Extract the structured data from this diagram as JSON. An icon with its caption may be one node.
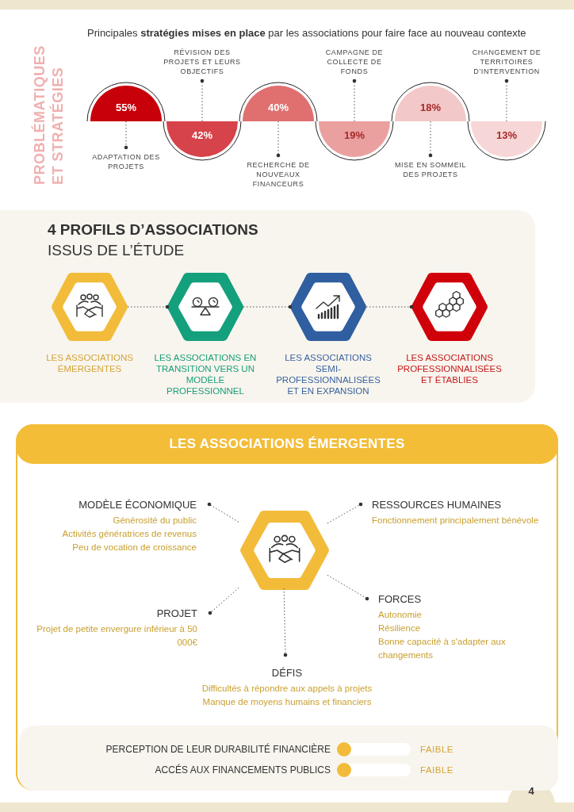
{
  "diagram": {
    "title": "Principales **stratégies mises en place** par les associations pour faire face au nouveau contexte",
    "nodes": [
      {
        "text": [
          "55%"
        ]
      },
      {
        "text": [
          "ADAPTATION DES PROJETS"
        ]
      },
      {
        "text": [
          "42%"
        ]
      },
      {
        "text": [
          "RÉVISION DES PROJETS ET LEURS OBJECTIFS"
        ]
      },
      {
        "text": [
          "40%"
        ]
      },
      {
        "text": [
          "RECHERCHE DE NOUVEAUX FINANCEURS"
        ]
      },
      {
        "text": [
          "19%"
        ]
      },
      {
        "text": [
          "CAMPAGNE DE COLLECTE DE FONDS"
        ]
      },
      {
        "text": [
          "18%"
        ]
      },
      {
        "text": [
          "MISE EN SOMMEIL DES PROJETS"
        ]
      },
      {
        "text": [
          "13%"
        ]
      },
      {
        "text": [
          "CHANGEMENT DE TERRITOIRES D’INTERVENTION"
        ]
      },
      {
        "text": [
          "4 PROFILS D’ASSOCIATIONS",
          "ISSUS DE L’ÉTUDE"
        ]
      },
      {
        "text": [],
        "shape": "hexagon",
        "in": 12,
        "beside": [
          "LES ASSOCIATIONS ÉMERGENTES"
        ]
      },
      {
        "text": [],
        "shape": "hexagon",
        "in": 12,
        "beside": [
          "LES ASSOCIATIONS EN TRANSITION VERS UN MODÈLE PROFESSIONNEL"
        ]
      },
      {
        "text": [],
        "shape": "hexagon",
        "in": 12,
        "beside": [
          "LES ASSOCIATIONS SEMI-PROFESSIONNALISÉES ET EN EXPANSION"
        ]
      },
      {
        "text": [],
        "shape": "hexagon",
        "in": 12,
        "beside": [
          "LES ASSOCIATIONS PROFESSIONNALISÉES ET ÉTABLIES"
        ]
      },
      {
        "text": [
          "LES ASSOCIATIONS ÉMERGENTES"
        ]
      },
      {
        "text": [],
        "shape": "hexagon",
        "in": 17
      },
      {
        "text": [
          "MODÈLE ÉCONOMIQUE",
          "Générosité du public",
          "Activités génératrices de revenus",
          "Peu de vocation de croissance"
        ],
        "in": 17
      },
      {
        "text": [
          "RESSOURCES HUMAINES",
          "Fonctionnement principalement bénévole"
        ],
        "in": 17
      },
      {
        "text": [
          "PROJET",
          "Projet de petite envergure inférieur à 50 000€"
        ],
        "in": 17
      },
      {
        "text": [
          "FORCES",
          "Autonomie",
          "Résilience",
          "Bonne capacité à s'adapter aux changements"
        ],
        "in": 17
      },
      {
        "text": [
          "DÉFIS",
          "Difficultés à répondre aux appels à projets",
          "Manque de moyens humains et financiers"
        ],
        "in": 17
      },
      {
        "text": [
          "PERCEPTION DE LEUR DURABILITÉ FINANCIÈRE",
          "FAIBLE",
          "ACCÉS AUX FINANCEMENTS PUBLICS",
          "FAIBLE"
        ],
        "in": 17
      }
    ],
    "edges": [
      {
        "from": 0,
        "to": 1,
        "arrow": "other"
      },
      {
        "from": 2,
        "to": 3,
        "arrow": "other"
      },
      {
        "from": 4,
        "to": 5,
        "arrow": "other"
      },
      {
        "from": 6,
        "to": 7,
        "arrow": "other"
      },
      {
        "from": 8,
        "to": 9,
        "arrow": "other"
      },
      {
        "from": 10,
        "to": 11,
        "arrow": "other"
      },
      {
        "from": 13,
        "to": 14,
        "arrow": "other"
      },
      {
        "from": 14,
        "to": 15,
        "arrow": "other"
      },
      {
        "from": 15,
        "to": 16,
        "arrow": "other"
      },
      {
        "from": 18,
        "to": 19,
        "arrow": "other"
      },
      {
        "from": 18,
        "to": 20,
        "arrow": "other"
      },
      {
        "from": 18,
        "to": 21,
        "arrow": "other"
      },
      {
        "from": 18,
        "to": 22,
        "arrow": "other"
      },
      {
        "from": 18,
        "to": 23,
        "arrow": "other"
      }
    ],
    "labels": [
      "PROBLÉMATIQUES ET STRATÉGIES",
      "4"
    ]
  }
}
